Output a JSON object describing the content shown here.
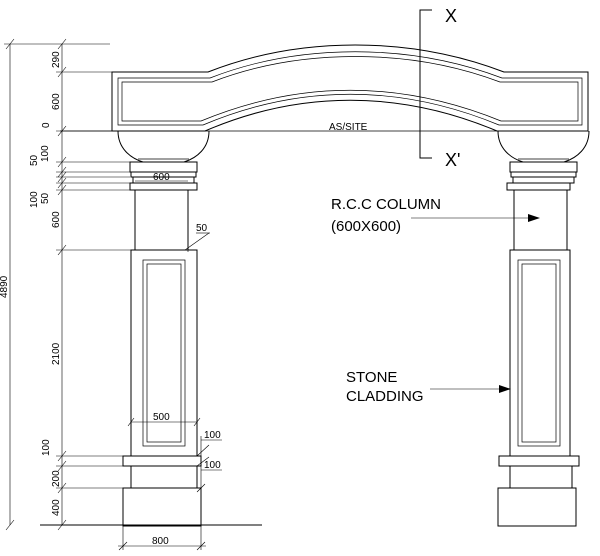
{
  "section_marks": {
    "top": "X",
    "bottom": "X'"
  },
  "labels": {
    "as_site": "AS/SITE",
    "rcc_column_line1": "R.C.C COLUMN",
    "rcc_column_line2": "(600X600)",
    "stone_line1": "STONE",
    "stone_line2": "CLADDING"
  },
  "dimensions": {
    "overall_height": "4890",
    "arch_rise": "290",
    "arch_beam": "600",
    "beam_base": "0",
    "capital_50": "50",
    "capital_100": "100",
    "neck_100": "100",
    "neck_50": "50",
    "neck_600": "600",
    "panel_2100": "2100",
    "band_100": "100",
    "band_200": "200",
    "plinth_400": "400",
    "column_width_600": "600",
    "cladding_offset_50": "50",
    "panel_width_500": "500",
    "band_proj_100_a": "100",
    "band_proj_100_b": "100",
    "base_width_800": "800"
  }
}
